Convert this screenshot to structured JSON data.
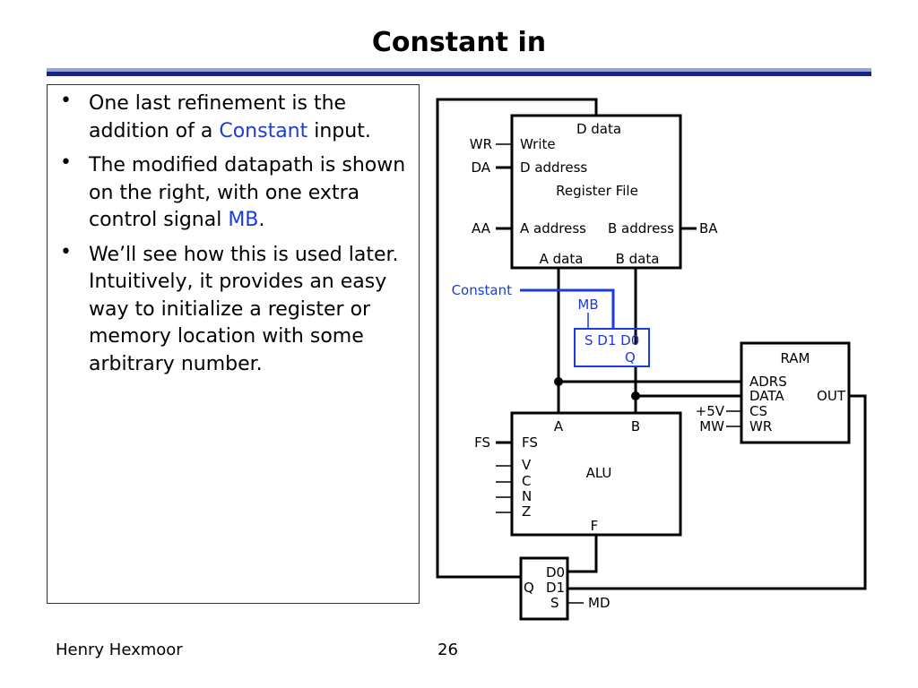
{
  "slide": {
    "title": "Constant in",
    "bullets": [
      {
        "parts": [
          {
            "text": "One last refinement is the addition of a ",
            "hl": false
          },
          {
            "text": "Constant",
            "hl": true
          },
          {
            "text": " input.",
            "hl": false
          }
        ]
      },
      {
        "parts": [
          {
            "text": "The modified datapath is shown on the right, with one extra control signal ",
            "hl": false
          },
          {
            "text": "MB",
            "hl": true
          },
          {
            "text": ".",
            "hl": false
          }
        ]
      },
      {
        "parts": [
          {
            "text": "We’ll see how this is used later. Intuitively, it provides an easy way to initialize a register or memory location with some arbitrary number.",
            "hl": false
          }
        ]
      }
    ],
    "bullet_glyph": "•",
    "footer": {
      "author": "Henry Hexmoor",
      "page": "26"
    }
  },
  "diagram": {
    "register_file": {
      "d_data": "D data",
      "write": "Write",
      "d_address": "D address",
      "name": "Register File",
      "a_address": "A address",
      "b_address": "B address",
      "a_data": "A data",
      "b_data": "B data"
    },
    "signals": {
      "wr": "WR",
      "da": "DA",
      "aa": "AA",
      "ba": "BA",
      "fs": "FS",
      "md": "MD",
      "plus5v": "+5V",
      "mw": "MW"
    },
    "constant": {
      "label": "Constant",
      "mb": "MB",
      "mux_inputs": "S D1 D0",
      "mux_output": "Q"
    },
    "ram": {
      "name": "RAM",
      "adrs": "ADRS",
      "data": "DATA",
      "out": "OUT",
      "cs": "CS",
      "wr": "WR"
    },
    "alu": {
      "name": "ALU",
      "a": "A",
      "b": "B",
      "fs": "FS",
      "v": "V",
      "c": "C",
      "n": "N",
      "z": "Z",
      "f": "F"
    },
    "mux_d": {
      "d0": "D0",
      "d1": "D1",
      "q": "Q",
      "s": "S"
    },
    "colors": {
      "highlight": "#1a3be0",
      "title_rule_dark": "#1a237e",
      "title_rule_light": "#9aa3cc"
    }
  }
}
